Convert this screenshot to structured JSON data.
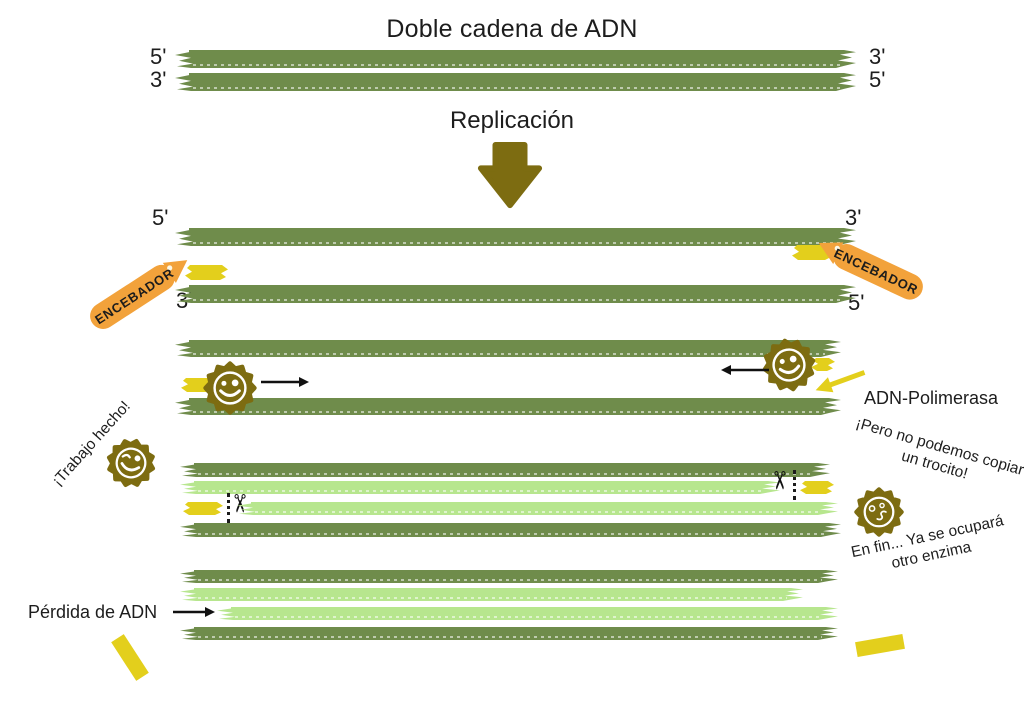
{
  "title": "Doble cadena de ADN",
  "replication_label": "Replicación",
  "labels": {
    "five_prime": "5'",
    "three_prime": "3'"
  },
  "primer_tag": "ENCEBADOR",
  "polymerase_label": "ADN-Polimerasa",
  "annotations": {
    "work_done": "¡Trabajo hecho!",
    "cannot_copy_line1": "¡Pero no podemos copiar",
    "cannot_copy_line2": "un trocito!",
    "enzyme_line1": "En fin... Ya se ocupará",
    "enzyme_line2": "otro enzima",
    "dna_loss": "Pérdida de ADN"
  },
  "colors": {
    "template_strand": "#6f8c4b",
    "new_strand": "#b7e68e",
    "primer_yellow": "#e3cf1c",
    "tag_orange": "#f2a23b",
    "enzyme_olive": "#7d6c11",
    "text": "#1d1d1d"
  }
}
